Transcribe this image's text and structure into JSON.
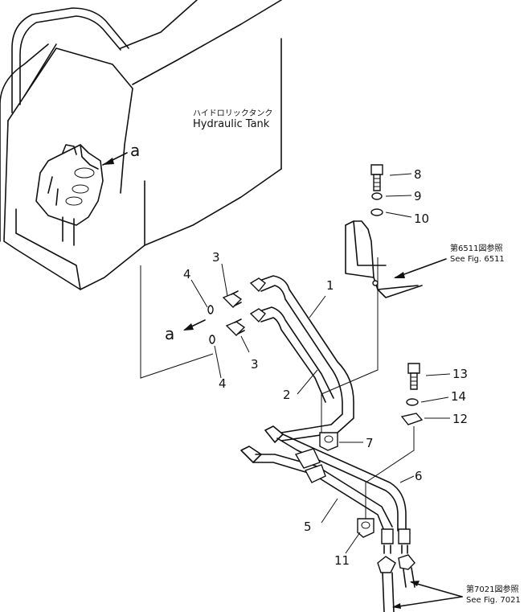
{
  "tank": {
    "label_jp": "ハイドロリックタンク",
    "label_en": "Hydraulic  Tank"
  },
  "view_marker": {
    "a1": "a",
    "a2": "a"
  },
  "references": {
    "fig6511_jp": "第6511図参照",
    "fig6511_en": "See  Fig. 6511",
    "fig7021_jp": "第7021図参照",
    "fig7021_en": "See  Fig. 7021"
  },
  "parts": {
    "p1": "1",
    "p2": "2",
    "p3a": "3",
    "p3b": "3",
    "p4a": "4",
    "p4b": "4",
    "p5": "5",
    "p6": "6",
    "p7": "7",
    "p8": "8",
    "p9": "9",
    "p10": "10",
    "p11": "11",
    "p12": "12",
    "p13": "13",
    "p14": "14"
  }
}
